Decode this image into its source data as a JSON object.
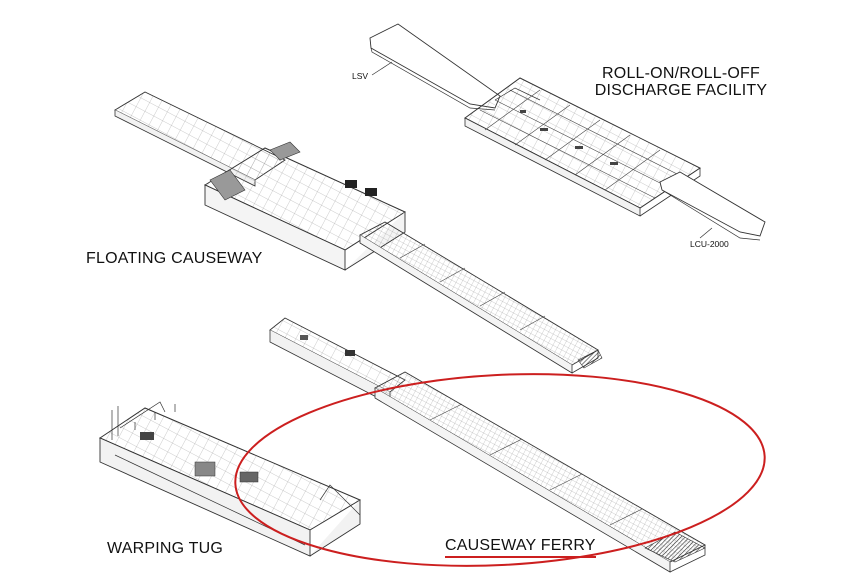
{
  "labels": {
    "roro_line1": "ROLL-ON/ROLL-OFF",
    "roro_line2": "DISCHARGE FACILITY",
    "lsv": "LSV",
    "lcu": "LCU-2000",
    "floating_causeway": "FLOATING CAUSEWAY",
    "warping_tug": "WARPING TUG",
    "causeway_ferry": "CAUSEWAY FERRY"
  },
  "colors": {
    "highlight_ellipse": "#cc1f1f",
    "underline": "#cc1f1f",
    "line_art": "#333333",
    "hull_fill": "#ffffff"
  }
}
